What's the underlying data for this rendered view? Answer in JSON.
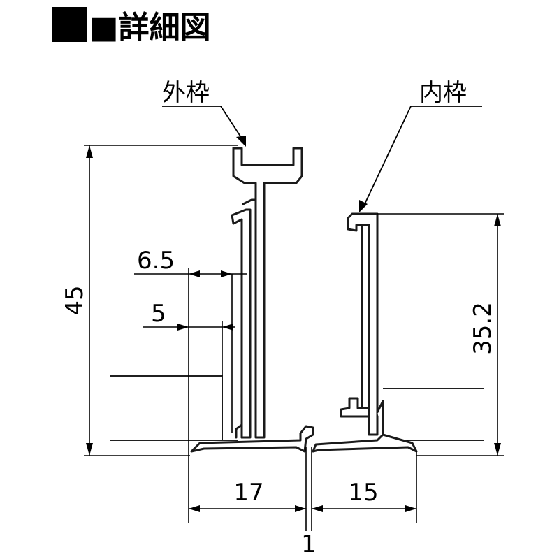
{
  "title": "■詳細図",
  "labels": {
    "outer_frame": "外枠",
    "inner_frame": "内枠"
  },
  "dimensions": {
    "height_total": "45",
    "height_inner": "35.2",
    "offset_a": "6.5",
    "offset_b": "5",
    "width_left": "17",
    "width_right": "15",
    "gap": "1"
  },
  "colors": {
    "line": "#000000",
    "profile_stroke": "#1a1a1a",
    "background": "#ffffff"
  }
}
